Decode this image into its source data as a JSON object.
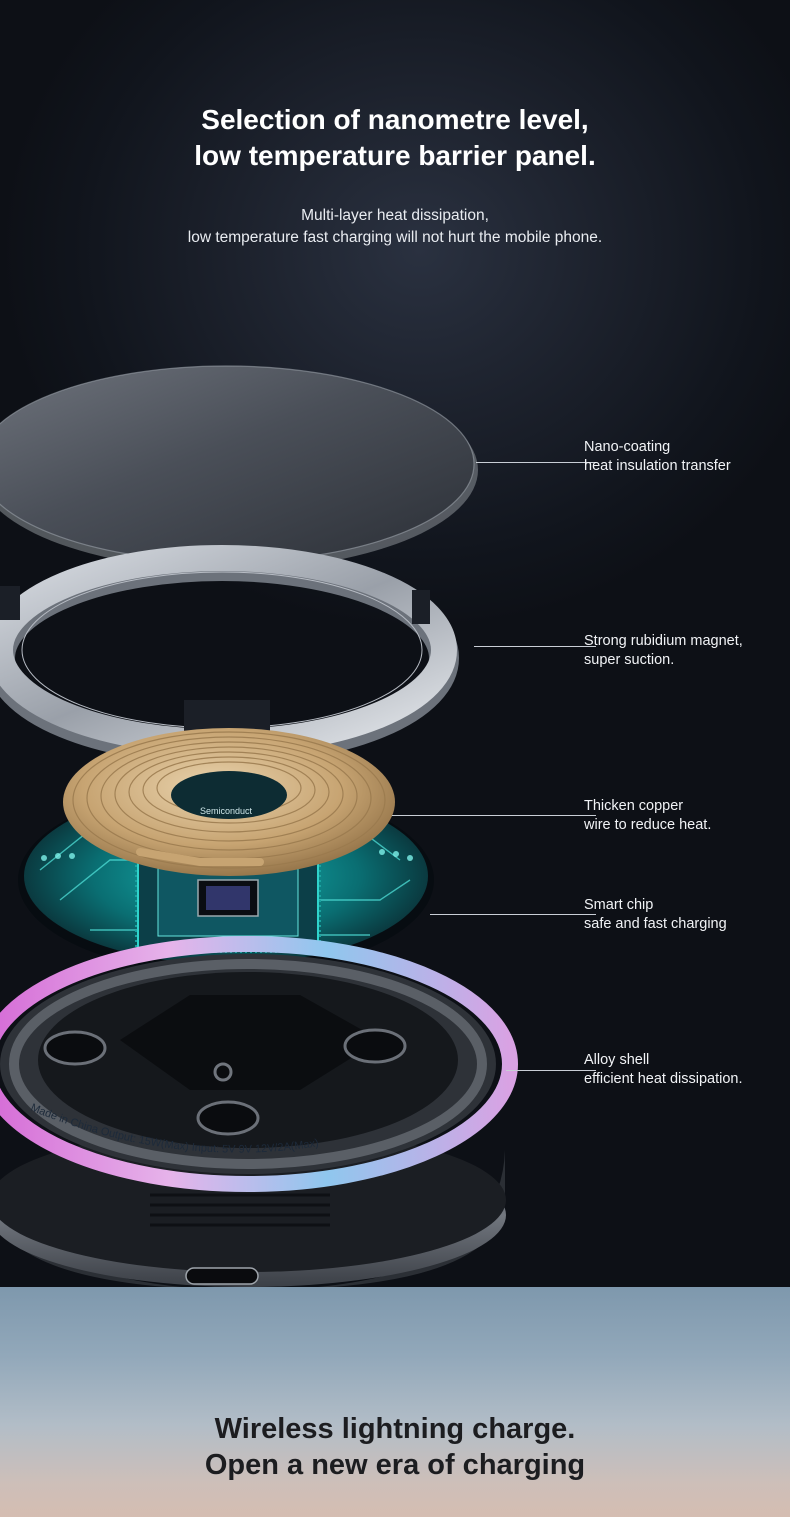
{
  "hero": {
    "headline": [
      "Selection of nanometre level,",
      "low temperature barrier panel."
    ],
    "subline": [
      "Multi-layer heat dissipation,",
      "low temperature fast charging will not hurt the mobile phone."
    ]
  },
  "callouts": [
    {
      "lines": [
        "Nano-coating",
        "heat insulation transfer"
      ]
    },
    {
      "lines": [
        "Strong rubidium magnet,",
        "super suction."
      ]
    },
    {
      "lines": [
        "Thicken copper",
        "wire to reduce heat."
      ]
    },
    {
      "lines": [
        "Smart chip",
        "safe and fast charging"
      ]
    },
    {
      "lines": [
        "Alloy shell",
        "efficient heat dissipation."
      ]
    }
  ],
  "product_print": {
    "chip_label": "Semiconduct",
    "ring_text": "Made in China   Output: 15W(Max)   Input: 5V 9V 12V/2A(Max)"
  },
  "banner": {
    "headline": [
      "Wireless lightning charge.",
      "Open a new era of charging"
    ]
  },
  "colors": {
    "hero_bg": "#161b24",
    "copper": "#c9a97a",
    "pcb": "#0a8f8f",
    "led_ring": "#c27cd6",
    "sky_top": "#7e98ad",
    "sky_bottom": "#d5bdb1"
  }
}
